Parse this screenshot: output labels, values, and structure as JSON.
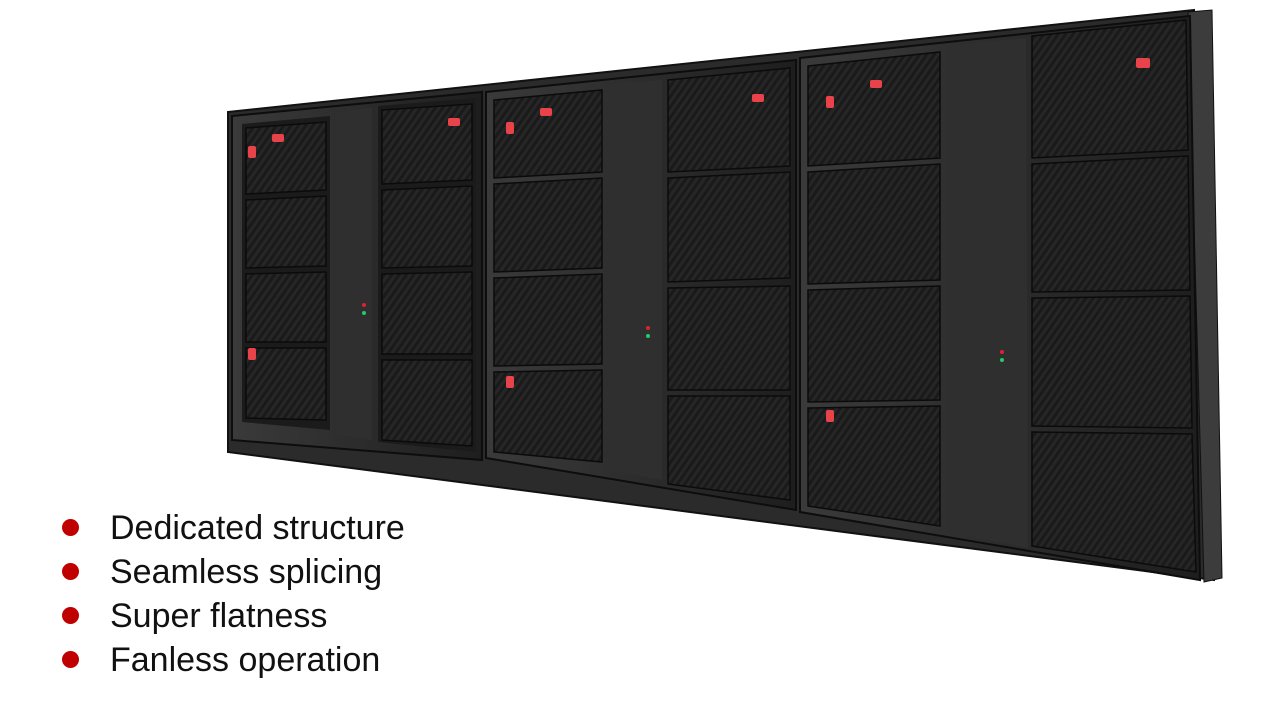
{
  "colors": {
    "bullet": "#c00000",
    "text": "#111111",
    "cabinet_frame": "#2a2a2a",
    "module": "#1c1c1c",
    "latch_accent": "#e8434b"
  },
  "product_image": {
    "icon": "led-display-cabinet-wall-back-view"
  },
  "features": [
    {
      "label": "Dedicated structure"
    },
    {
      "label": "Seamless splicing"
    },
    {
      "label": "Super flatness"
    },
    {
      "label": "Fanless operation"
    }
  ]
}
